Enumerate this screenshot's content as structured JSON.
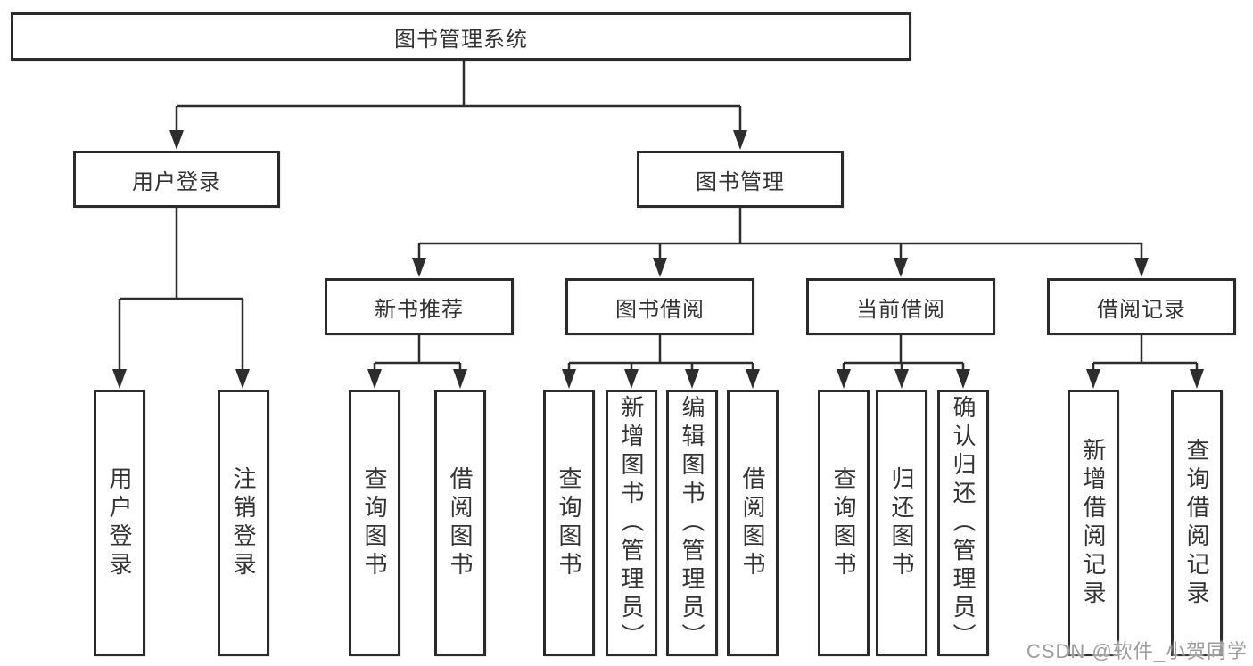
{
  "tree": {
    "root": {
      "label": "图书管理系统"
    },
    "children": [
      {
        "label": "用户登录",
        "children": [
          {
            "label": "用户登录"
          },
          {
            "label": "注销登录"
          }
        ]
      },
      {
        "label": "图书管理",
        "children": [
          {
            "label": "新书推荐",
            "children": [
              {
                "label": "查询图书"
              },
              {
                "label": "借阅图书"
              }
            ]
          },
          {
            "label": "图书借阅",
            "children": [
              {
                "label": "查询图书"
              },
              {
                "label": "新增图书（管理员）"
              },
              {
                "label": "编辑图书（管理员）"
              },
              {
                "label": "借阅图书"
              }
            ]
          },
          {
            "label": "当前借阅",
            "children": [
              {
                "label": "查询图书"
              },
              {
                "label": "归还图书"
              },
              {
                "label": "确认归还（管理员）"
              }
            ]
          },
          {
            "label": "借阅记录",
            "children": [
              {
                "label": "新增借阅记录"
              },
              {
                "label": "查询借阅记录"
              }
            ]
          }
        ]
      }
    ]
  },
  "watermark": {
    "text": "CSDN @软件_小贺同学"
  },
  "colors": {
    "line": "#2d2d2d",
    "border": "#2b2b2b",
    "text": "#333333",
    "watermark": "#9c9c9c",
    "background": "#ffffff"
  }
}
